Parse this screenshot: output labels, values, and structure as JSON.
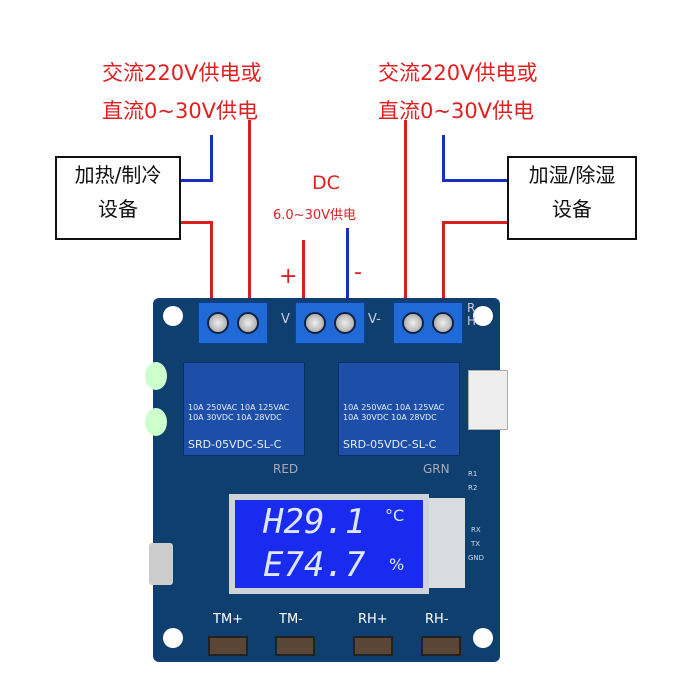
{
  "left_supply": {
    "line1": "交流220V供电或",
    "line2": "直流0~30V供电"
  },
  "right_supply": {
    "line1": "交流220V供电或",
    "line2": "直流0~30V供电"
  },
  "left_device": {
    "line1": "加热/制冷",
    "line2": "设备"
  },
  "right_device": {
    "line1": "加湿/除湿",
    "line2": "设备"
  },
  "dc_supply": {
    "title": "DC",
    "range": "6.0~30V供电",
    "plus": "+",
    "minus": "-"
  },
  "board": {
    "terminal_labels": {
      "v_plus": "V",
      "v_minus": "V-",
      "rh": "R\nH"
    },
    "relay_model": "SRD-05VDC-SL-C",
    "relay_ratings": "10A 250VAC 10A 125VAC\n10A 30VDC 10A 28VDC",
    "led_labels": {
      "red": "RED",
      "green": "GRN"
    },
    "lcd": {
      "line1": "H29.1",
      "unit1": "°C",
      "line2": "E74.7",
      "unit2": "%"
    },
    "pins": [
      "RX",
      "TX",
      "GND"
    ],
    "resistors": [
      "R1",
      "R2"
    ],
    "buttons": [
      "TM+",
      "TM-",
      "RH+",
      "RH-"
    ]
  },
  "colors": {
    "live_wire": "#d42020",
    "neutral_wire": "#1a2fc0",
    "pcb": "#0e3f6e",
    "lcd": "#1a2bf0"
  }
}
